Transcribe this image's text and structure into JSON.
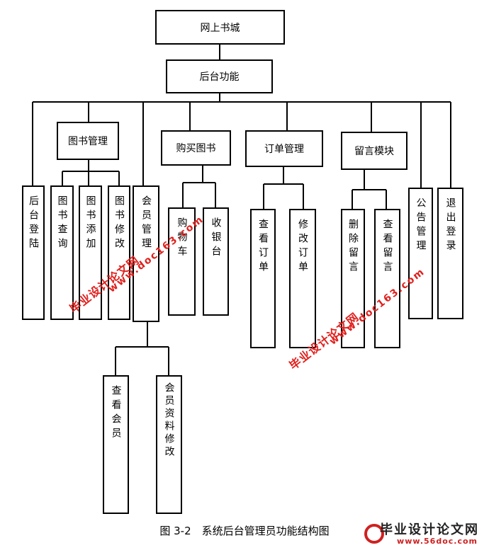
{
  "diagram": {
    "root": "网上书城",
    "backend": "后台功能",
    "modules": {
      "login": "后台登陆",
      "book_mgmt": "图书管理",
      "book_query": "图书查询",
      "book_add": "图书添加",
      "book_edit": "图书修改",
      "member_mgmt": "会员管理",
      "buy_books": "购买图书",
      "cart": "购物车",
      "checkout": "收银台",
      "order_mgmt": "订单管理",
      "view_orders": "查看订单",
      "edit_orders": "修改订单",
      "message_module": "留言模块",
      "delete_message": "删除留言",
      "view_message": "查看留言",
      "notice_mgmt": "公告管理",
      "logout": "退出登录",
      "view_members": "查看会员",
      "member_edit": "会员资料修改"
    }
  },
  "caption": "图 3-2　系统后台管理员功能结构图",
  "watermarks": {
    "site_name": "毕业设计论文网",
    "site_url": "www.doc163.com"
  },
  "logo": {
    "title": "毕业设计论文网",
    "url": "www.56doc.com",
    "color": "#d02020"
  }
}
